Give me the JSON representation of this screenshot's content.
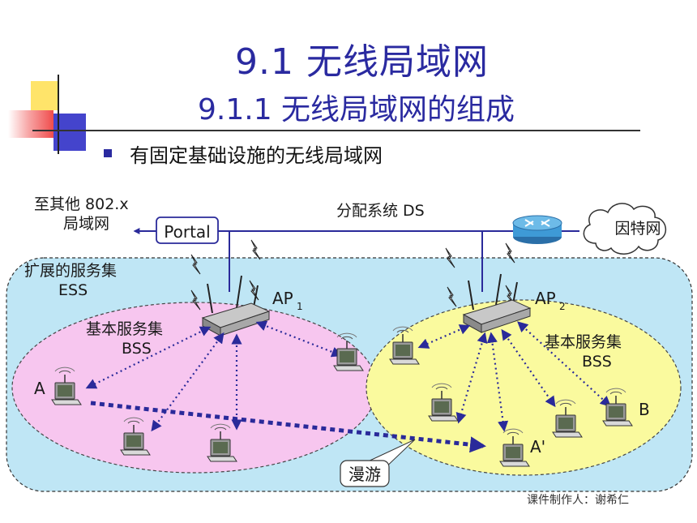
{
  "title": {
    "main": "9.1  无线局域网",
    "sub": "9.1.1  无线局域网的组成"
  },
  "bullet": "有固定基础设施的无线局域网",
  "diagram": {
    "other_lan_line1": "至其他 802.x",
    "other_lan_line2": "局域网",
    "portal": "Portal",
    "ds": "分配系统 DS",
    "internet": "因特网",
    "ess_line1": "扩展的服务集",
    "ess_line2": "ESS",
    "ap1": "AP",
    "ap1_sub": "1",
    "ap2": "AP",
    "ap2_sub": "2",
    "bss1_line1": "基本服务集",
    "bss1_line2": "BSS",
    "bss2_line1": "基本服务集",
    "bss2_line2": "BSS",
    "station_a": "A",
    "station_a_prime": "A'",
    "station_b": "B",
    "roam": "漫游"
  },
  "colors": {
    "title": "#2a2aa0",
    "ess_fill": "#bfe6f5",
    "bss1_fill": "#f7c6ef",
    "bss2_fill": "#fafa9e",
    "link": "#2a2a9a",
    "router": "#3e9ad6"
  },
  "footer": "课件制作人：谢希仁"
}
